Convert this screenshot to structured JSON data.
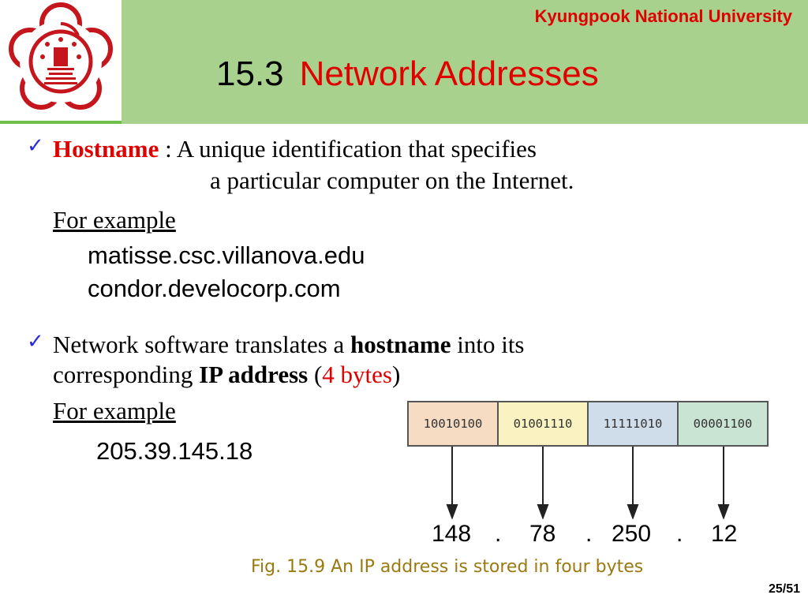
{
  "header": {
    "university": "Kyungpook National University",
    "section_number": "15.3",
    "section_title": "Network Addresses"
  },
  "bullet1": {
    "term": "Hostname",
    "definition_line1": " : A unique identification that specifies",
    "definition_line2": "a particular computer on the Internet.",
    "example_label": "For example",
    "examples": [
      "matisse.csc.villanova.edu",
      "condor.develocorp.com"
    ]
  },
  "bullet2": {
    "text_a": "Network software translates a ",
    "term_hostname": "hostname",
    "text_b": " into its",
    "text_c": "corresponding ",
    "term_ip": "IP address",
    "paren_open": " (",
    "bytes_note": "4 bytes",
    "paren_close": ")",
    "example_label": "For example",
    "example_ip": "205.39.145.18"
  },
  "figure": {
    "bytes": [
      {
        "bits": "10010100",
        "color": "#f7dcc4"
      },
      {
        "bits": "01001110",
        "color": "#fbf2c2"
      },
      {
        "bits": "11111010",
        "color": "#cfdcea"
      },
      {
        "bits": "00001100",
        "color": "#c9e4d2"
      }
    ],
    "decimals": [
      "148",
      "78",
      "250",
      "12"
    ],
    "dot": ".",
    "caption": "Fig. 15.9 An IP address is stored in four bytes"
  },
  "page": "25/51"
}
